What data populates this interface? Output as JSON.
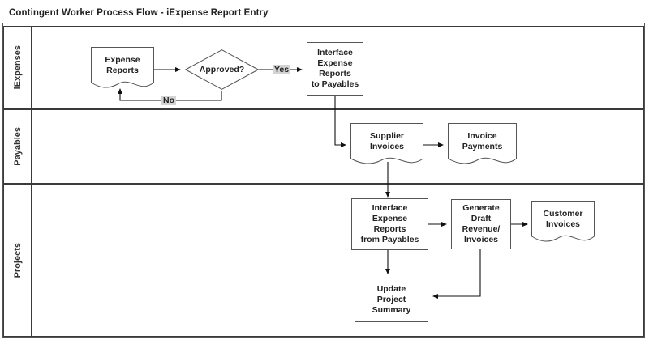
{
  "diagram": {
    "title": "Contingent Worker Process Flow - iExpense Report Entry",
    "type": "swimlane-flowchart",
    "colors": {
      "frame_border": "#555555",
      "lane_border": "#3a3a3a",
      "node_border": "#555555",
      "node_fill": "#ffffff",
      "label_highlight": "#d4d4d4",
      "text": "#222222",
      "background": "#ffffff"
    }
  },
  "lanes": [
    {
      "id": "iexpenses",
      "label": "iExpenses"
    },
    {
      "id": "payables",
      "label": "Payables"
    },
    {
      "id": "projects",
      "label": "Projects"
    }
  ],
  "nodes": {
    "expense_reports": {
      "label": "Expense\nReports",
      "shape": "document",
      "lane": "iExpenses"
    },
    "approved": {
      "label": "Approved?",
      "shape": "decision",
      "lane": "iExpenses"
    },
    "interface_to_payables": {
      "label": "Interface\nExpense\nReports\nto Payables",
      "shape": "process",
      "lane": "iExpenses"
    },
    "supplier_invoices": {
      "label": "Supplier\nInvoices",
      "shape": "document",
      "lane": "Payables"
    },
    "invoice_payments": {
      "label": "Invoice\nPayments",
      "shape": "document",
      "lane": "Payables"
    },
    "interface_from_payables": {
      "label": "Interface\nExpense\nReports\nfrom Payables",
      "shape": "process",
      "lane": "Projects"
    },
    "generate_draft": {
      "label": "Generate\nDraft\nRevenue/\nInvoices",
      "shape": "process",
      "lane": "Projects"
    },
    "customer_invoices": {
      "label": "Customer\nInvoices",
      "shape": "document",
      "lane": "Projects"
    },
    "update_project_summary": {
      "label": "Update\nProject\nSummary",
      "shape": "process",
      "lane": "Projects"
    }
  },
  "node_text": {
    "expense_reports_l1": "Expense",
    "expense_reports_l2": "Reports",
    "approved": "Approved?",
    "interface_to_payables_l1": "Interface",
    "interface_to_payables_l2": "Expense",
    "interface_to_payables_l3": "Reports",
    "interface_to_payables_l4": "to Payables",
    "supplier_invoices_l1": "Supplier",
    "supplier_invoices_l2": "Invoices",
    "invoice_payments_l1": "Invoice",
    "invoice_payments_l2": "Payments",
    "interface_from_payables_l1": "Interface",
    "interface_from_payables_l2": "Expense",
    "interface_from_payables_l3": "Reports",
    "interface_from_payables_l4": "from Payables",
    "generate_draft_l1": "Generate",
    "generate_draft_l2": "Draft",
    "generate_draft_l3": "Revenue/",
    "generate_draft_l4": "Invoices",
    "customer_invoices_l1": "Customer",
    "customer_invoices_l2": "Invoices",
    "update_project_summary_l1": "Update",
    "update_project_summary_l2": "Project",
    "update_project_summary_l3": "Summary"
  },
  "edge_labels": {
    "yes": "Yes",
    "no": "No"
  },
  "edges": [
    {
      "from": "expense_reports",
      "to": "approved",
      "label": ""
    },
    {
      "from": "approved",
      "to": "interface_to_payables",
      "label": "Yes"
    },
    {
      "from": "approved",
      "to": "expense_reports",
      "label": "No"
    },
    {
      "from": "interface_to_payables",
      "to": "supplier_invoices",
      "label": ""
    },
    {
      "from": "supplier_invoices",
      "to": "invoice_payments",
      "label": ""
    },
    {
      "from": "supplier_invoices",
      "to": "interface_from_payables",
      "label": ""
    },
    {
      "from": "interface_from_payables",
      "to": "generate_draft",
      "label": ""
    },
    {
      "from": "generate_draft",
      "to": "customer_invoices",
      "label": ""
    },
    {
      "from": "interface_from_payables",
      "to": "update_project_summary",
      "label": ""
    },
    {
      "from": "generate_draft",
      "to": "update_project_summary",
      "label": ""
    }
  ]
}
